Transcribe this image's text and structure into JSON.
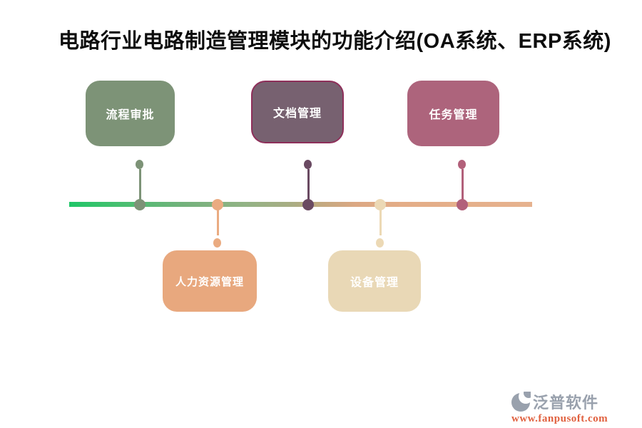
{
  "title": "电路行业电路制造管理模块的功能介绍(OA系统、ERP系统)",
  "modules": [
    {
      "label": "流程审批",
      "position": "top",
      "color": "#7d9377",
      "dot_color": "#7d9377"
    },
    {
      "label": "文档管理",
      "position": "top",
      "color": "#776170",
      "border_color": "#8e2f5a",
      "dot_color": "#6a4a62"
    },
    {
      "label": "任务管理",
      "position": "top",
      "color": "#ad647c",
      "dot_color": "#b2607a"
    },
    {
      "label": "人力资源管理",
      "position": "bottom",
      "color": "#e8a87e",
      "dot_color": "#eaab81"
    },
    {
      "label": "设备管理",
      "position": "bottom",
      "color": "#e9d8b6",
      "dot_color": "#ecd9b5"
    }
  ],
  "timeline": {
    "gradient_stops": [
      "#1fc667 0%",
      "#44c06f 10%",
      "#74b27c 25%",
      "#92b385 38%",
      "#a9ad83 48%",
      "#c5a980 55%",
      "#dca883 62%",
      "#e4ad87 72%",
      "#e6b28e 100%"
    ]
  },
  "logo": {
    "name": "泛普软件",
    "url": "www.fanpusoft.com",
    "icon_color": "#99a1ad",
    "text_color": "#99a1ad",
    "url_color": "#e0603e"
  }
}
